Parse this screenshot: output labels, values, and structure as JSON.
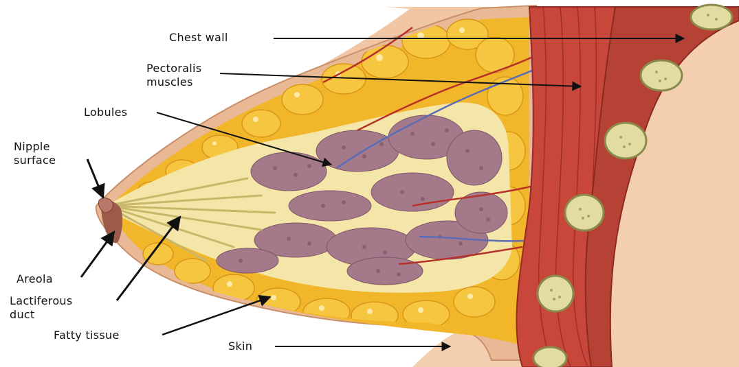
{
  "labels": {
    "chest_wall": "Chest wall",
    "pectoralis_line1": "Pectoralis",
    "pectoralis_line2": "muscles",
    "lobules": "Lobules",
    "nipple_line1": "Nipple",
    "nipple_line2": "surface",
    "areola": "Areola",
    "lactiferous_line1": "Lactiferous",
    "lactiferous_line2": "duct",
    "fatty_tissue": "Fatty tissue",
    "skin": "Skin"
  },
  "colors": {
    "background": "#ffffff",
    "body_skin": "#f3cfb0",
    "skin_layer": "#e8b994",
    "fat": "#f2b62a",
    "fat_lobe": "#f7c640",
    "fat_highlight": "#fff4c0",
    "gland": "#f3e6a8",
    "lobule": "#a47a8a",
    "lobule_dot": "#7f5468",
    "muscle": "#c8473a",
    "muscle_dark": "#962a22",
    "rib_outer": "#e2dca2",
    "rib_inner": "#8a8a4a",
    "vessel_red": "#b8302a",
    "vessel_blue": "#5a6cb8",
    "areola": "#9c5a4a",
    "arrow": "#111111"
  }
}
